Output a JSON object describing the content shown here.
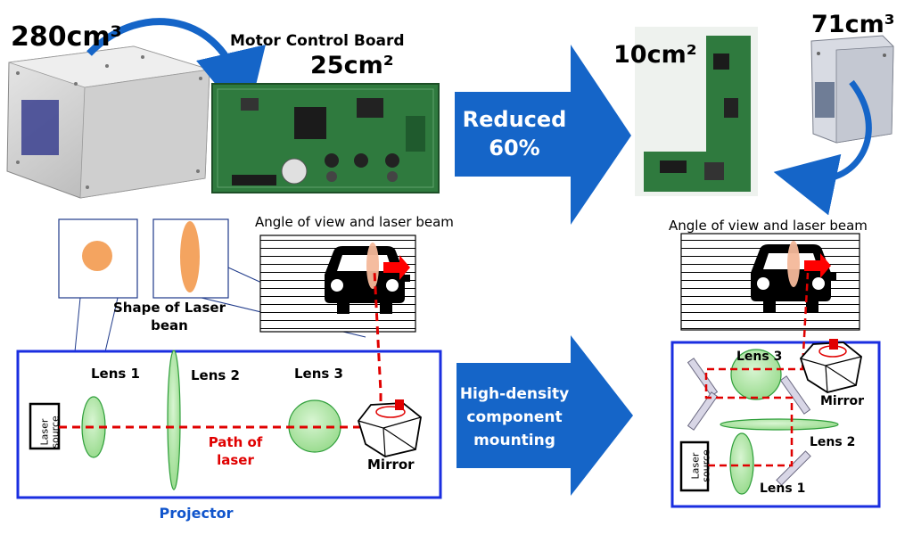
{
  "top": {
    "volume_before": "280cm³",
    "board_label": "Motor Control Board",
    "board_area_before": "25cm²",
    "board_area_after": "10cm²",
    "volume_after": "71cm³",
    "arrow_line1": "Reduced",
    "arrow_line2": "60%"
  },
  "left_diagram": {
    "fov_title": "Angle of view and laser beam",
    "shape_label_line1": "Shape of Laser",
    "shape_label_line2": "bean",
    "lens1": "Lens 1",
    "lens2": "Lens 2",
    "lens3": "Lens 3",
    "laser_line1": "Laser",
    "laser_line2": "source",
    "path_line1": "Path of",
    "path_line2": "laser",
    "mirror": "Mirror",
    "projector": "Projector"
  },
  "middle_arrow": {
    "line1": "High-density",
    "line2": "component",
    "line3": "mounting"
  },
  "right_diagram": {
    "fov_title": "Angle of view and laser beam",
    "lens1": "Lens 1",
    "lens2": "Lens 2",
    "lens3": "Lens 3",
    "mirror": "Mirror",
    "laser_line1": "Laser",
    "laser_line2": "source"
  },
  "colors": {
    "arrow_blue": "#1565c8",
    "frame_blue": "#1a2ee0",
    "lens_green": "#a8e6a0",
    "lens_stroke": "#2e9e3a",
    "beam_red": "#e00000",
    "spot_orange": "#f4a460",
    "pcb_green": "#2f7a3e"
  }
}
